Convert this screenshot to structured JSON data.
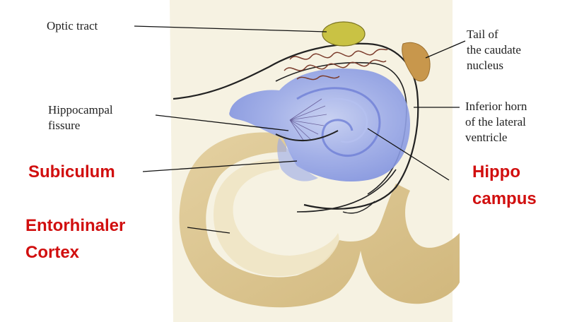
{
  "labels": {
    "optic_tract": "Optic tract",
    "tail_caudate": [
      "Tail of",
      "the caudate",
      "nucleus"
    ],
    "hippocampal_fissure": [
      "Hippocampal",
      "fissure"
    ],
    "inferior_horn": [
      "Inferior horn",
      "of the lateral",
      "ventricle"
    ],
    "subiculum": "Subiculum",
    "hippocampus": [
      "Hippo",
      "campus"
    ],
    "entorhinal_cortex": [
      "Entorhinaler",
      "Cortex"
    ]
  },
  "colors": {
    "tissue_background": "#f6f2e2",
    "cortex_band": "#d9c18c",
    "hippocampus_blue": "#9aa9e8",
    "optic_tract": "#c9c244",
    "caudate_tail": "#c8974c",
    "choroid_plexus": "#7a3a2a",
    "label_red": "#d10f0f"
  }
}
